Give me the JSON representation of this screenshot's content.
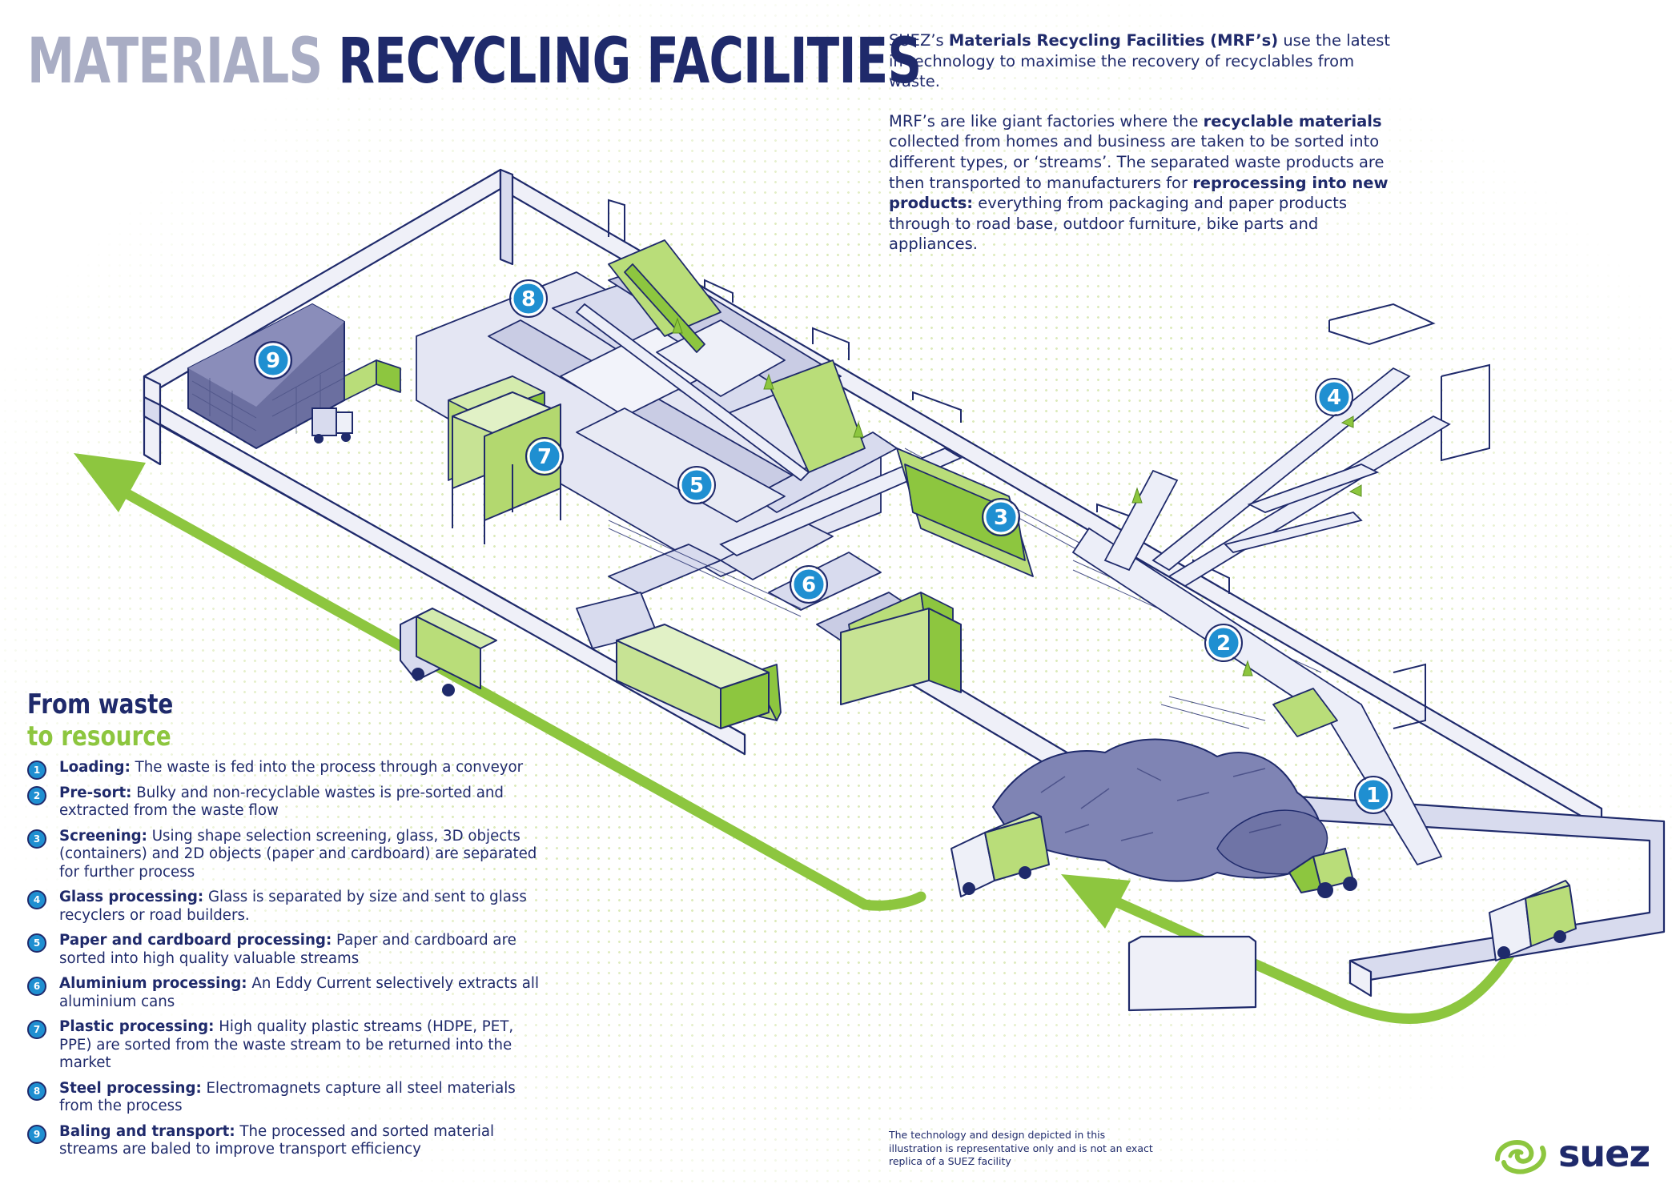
{
  "title": {
    "light": "MATERIALS",
    "dark": "RECYCLING FACILITIES"
  },
  "intro": {
    "p1": [
      {
        "t": "SUEZ’s ",
        "b": false
      },
      {
        "t": "Materials Recycling Facilities (MRF’s)",
        "b": true
      },
      {
        "t": " use the latest in technology to maximise the recovery of recyclables from waste.",
        "b": false
      }
    ],
    "p2": [
      {
        "t": "MRF’s are like giant factories where the ",
        "b": false
      },
      {
        "t": "recyclable materials",
        "b": true
      },
      {
        "t": " collected from homes and business are taken to be sorted into different types, or ‘streams’. The separated waste products are then transported to manufacturers for ",
        "b": false
      },
      {
        "t": "reprocessing into new products:",
        "b": true
      },
      {
        "t": " everything from packaging and paper products through to road base, outdoor furniture, bike parts and appliances.",
        "b": false
      }
    ]
  },
  "section": {
    "heading1": "From waste",
    "heading2": "to resource"
  },
  "steps": [
    {
      "num": "1",
      "name": "Loading:",
      "text": " The waste is fed into the process through a conveyor"
    },
    {
      "num": "2",
      "name": "Pre-sort:",
      "text": " Bulky and non-recyclable wastes is pre-sorted and extracted from the waste flow"
    },
    {
      "num": "3",
      "name": "Screening:",
      "text": " Using shape selection screening, glass, 3D objects (containers) and 2D objects (paper and cardboard) are separated for further process"
    },
    {
      "num": "4",
      "name": "Glass processing:",
      "text": " Glass is separated by size and sent to glass recyclers or road builders."
    },
    {
      "num": "5",
      "name": "Paper and cardboard processing:",
      "text": " Paper and cardboard are sorted into high quality valuable streams"
    },
    {
      "num": "6",
      "name": "Aluminium processing:",
      "text": "  An Eddy Current selectively extracts all aluminium cans"
    },
    {
      "num": "7",
      "name": "Plastic processing:",
      "text": " High quality plastic streams (HDPE, PET, PPE) are sorted from the waste stream to be returned into the market"
    },
    {
      "num": "8",
      "name": "Steel processing:",
      "text": " Electromagnets capture all steel materials from the process"
    },
    {
      "num": "9",
      "name": "Baling and transport:",
      "text": " The processed and sorted material streams are baled to improve transport efficiency"
    }
  ],
  "badges": [
    "1",
    "2",
    "3",
    "4",
    "5",
    "6",
    "7",
    "8",
    "9"
  ],
  "disclaimer": "The technology and design depicted in this illustration is representative only and is not an exact replica of a SUEZ facility",
  "logo": {
    "text": "suez"
  },
  "colors": {
    "navy": "#1f2a6b",
    "green": "#8dc63f",
    "blue": "#1f8fd1",
    "lavender": "#d8dbee",
    "grey": "#a9adc4"
  },
  "icons": [
    "truck-icon",
    "loader-icon",
    "forklift-icon",
    "suez-swirl-icon"
  ]
}
